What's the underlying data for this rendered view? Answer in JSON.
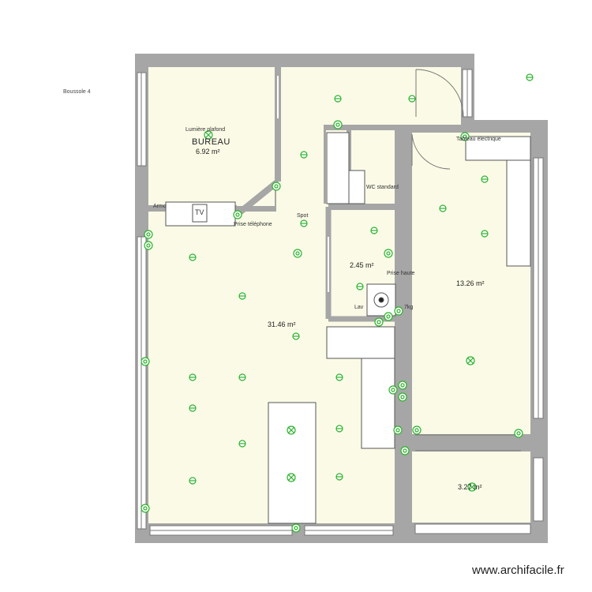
{
  "labels": {
    "compass": "Boussole 4",
    "bureau_light": "Lumière plafond",
    "bureau_name": "BUREAU",
    "bureau_area": "6.92 m²",
    "armoire": "Armo",
    "tv": "TV",
    "phone": "Prise téléphone",
    "spot": "Spot",
    "wc": "WC standard",
    "bath_area": "2.45 m²",
    "prise_haute": "Prise haute",
    "lave": "Lav",
    "kg": "7kg",
    "living_area": "31.46 m²",
    "tableau": "Tableau électrique",
    "bedroom_area": "13.26 m²",
    "small_area": "3.27 m²"
  },
  "watermark": "www.archifacile.fr",
  "colors": {
    "floor": "#fafae6",
    "wall": "#a6a6a6",
    "symbol": "#2bb32b",
    "outline": "#555555"
  }
}
